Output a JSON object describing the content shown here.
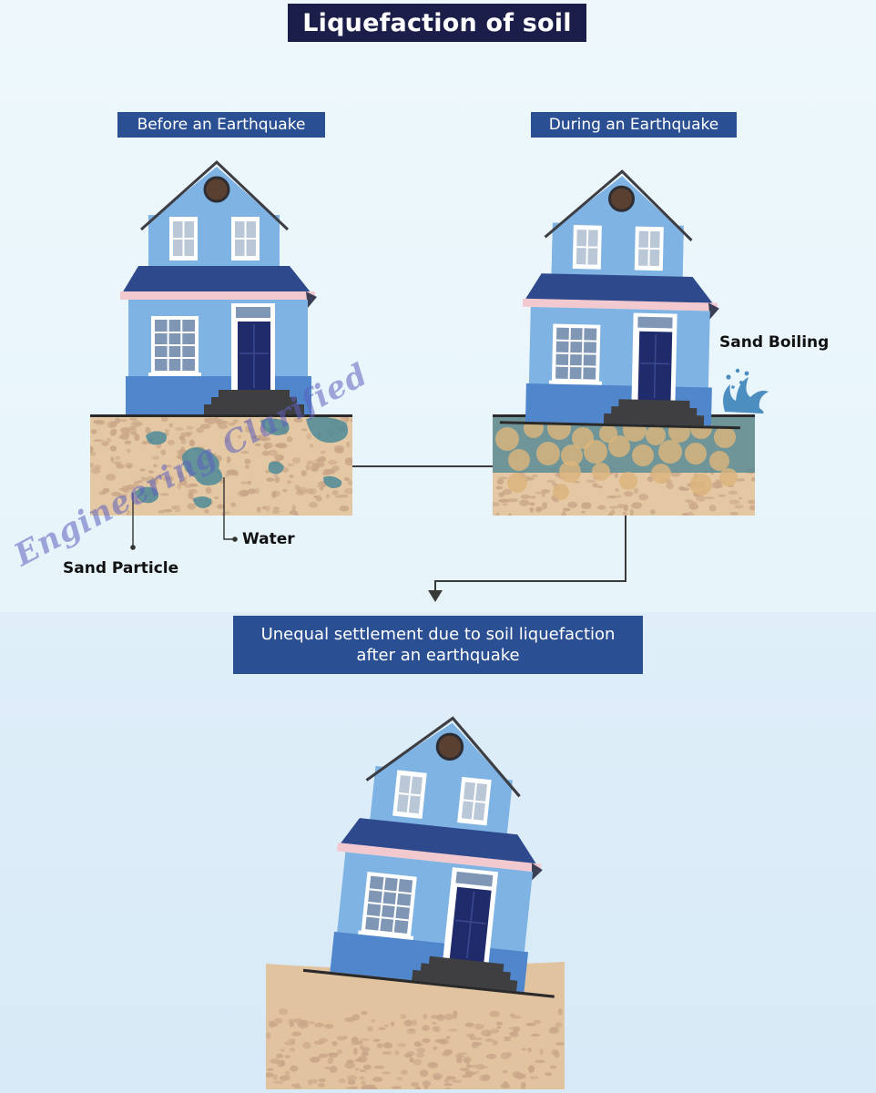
{
  "title": "Liquefaction of soil",
  "panels": {
    "before": {
      "label": "Before an Earthquake"
    },
    "during": {
      "label": "During an Earthquake"
    },
    "after": {
      "label_line1": "Unequal settlement due to soil liquefaction",
      "label_line2": "after an earthquake"
    }
  },
  "callouts": {
    "sand_boiling": "Sand Boiling",
    "water": "Water",
    "sand_particle": "Sand Particle"
  },
  "watermark": "Engineering Clarified",
  "colors": {
    "background_top": "#eaf6fb",
    "background_bottom": "#dcecf8",
    "title_bg": "#1c1e4a",
    "label_bg": "#2b4f93",
    "house_wall": "#7fb3e4",
    "house_base": "#4f86cc",
    "roof": "#2e4a8c",
    "door": "#1f2b6b",
    "soil": "#e2c5a0",
    "pebble": "#c9a688",
    "water": "#4e8a99",
    "sand_bubble": "#dcb47e"
  },
  "icons": [
    "house-icon",
    "water-splash-icon",
    "arrow-down-icon"
  ]
}
